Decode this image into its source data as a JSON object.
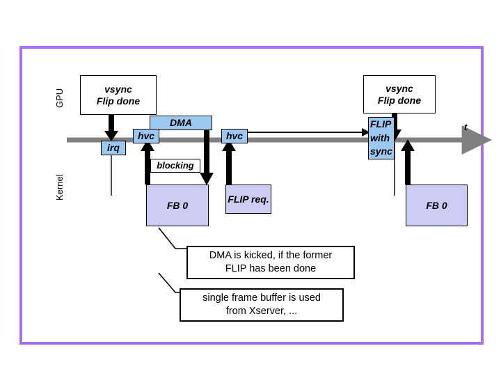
{
  "slide": {
    "frame_color": "#a96efa",
    "background": "#ffffff"
  },
  "lanes": [
    {
      "id": "gpu",
      "label": "GPU"
    },
    {
      "id": "kernel",
      "label": "Kernel"
    }
  ],
  "timeline": {
    "axis_label": "t",
    "color": "#808080"
  },
  "events": {
    "vsync_left": "vsync\nFlip done",
    "vsync_left_line1": "vsync",
    "vsync_left_line2": "Flip done",
    "vsync_right_line1": "vsync",
    "vsync_right_line2": "Flip done",
    "irq": "irq",
    "hvc_1": "hvc",
    "hvc_2": "hvc",
    "dma": "DMA",
    "blocking": "blocking",
    "flip_with_sync_line1": "FLIP",
    "flip_with_sync_line2": "with",
    "flip_with_sync_line3": "sync",
    "fb0_left": "FB 0",
    "fb0_right": "FB 0",
    "flip_req": "FLIP req."
  },
  "notes": [
    {
      "id": "note-dma",
      "line1": "DMA is kicked, if the former",
      "line2": "FLIP has been done"
    },
    {
      "id": "note-framebuffer",
      "line1": "single frame buffer is used",
      "line2": "from Xserver, ..."
    }
  ],
  "colors": {
    "blue_box": "#9bc9f2",
    "lavender_box": "#ccccf4",
    "timeline_gray": "#808080",
    "frame_purple": "#a96efa",
    "outline_black": "#000000"
  }
}
